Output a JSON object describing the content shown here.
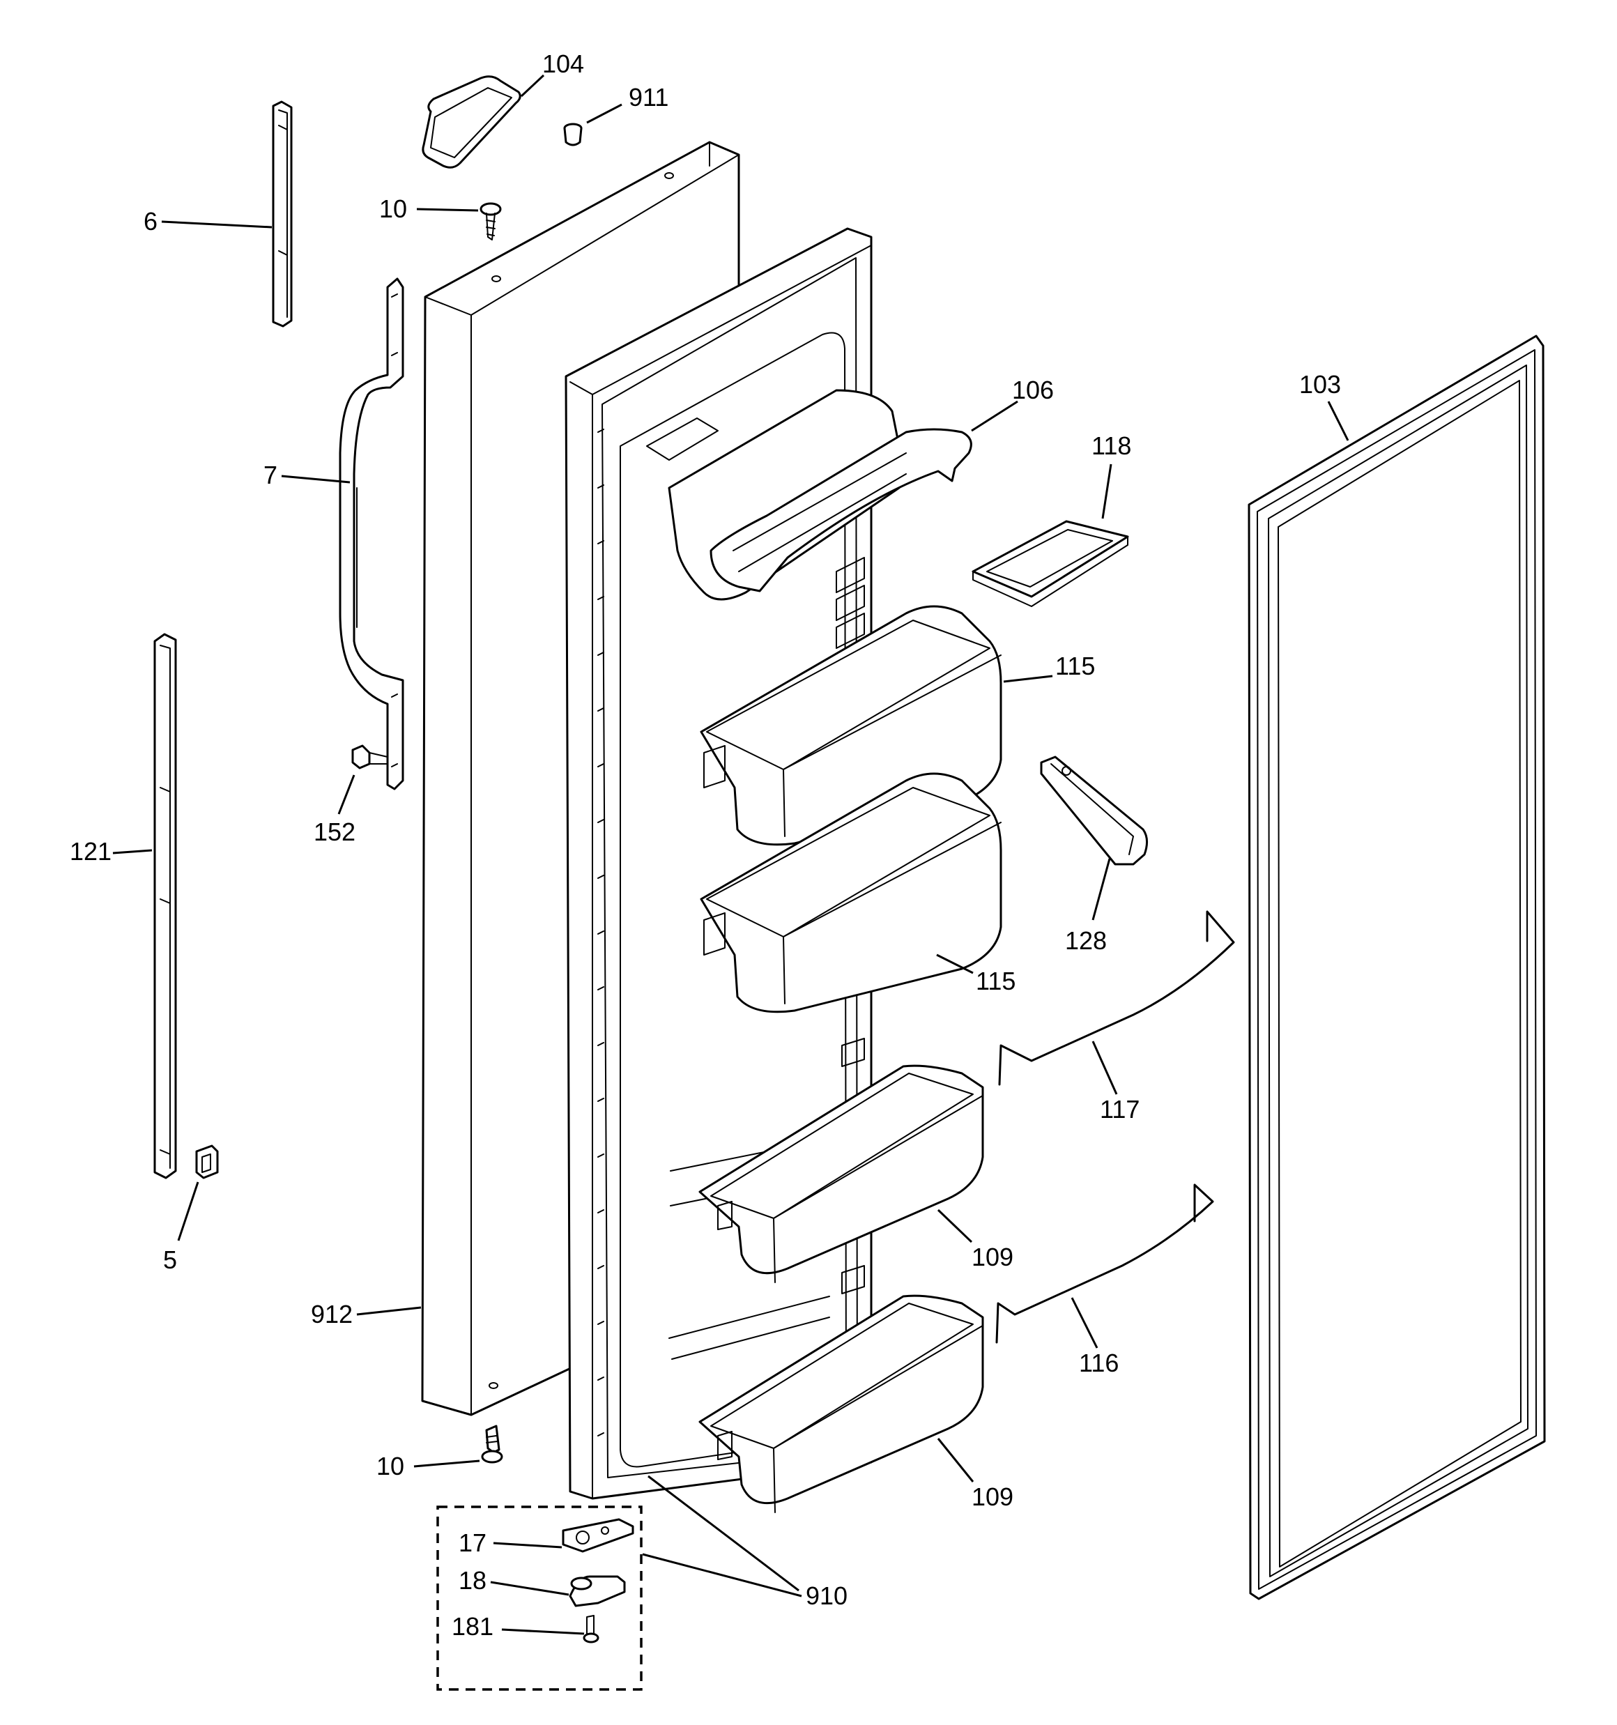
{
  "diagram": {
    "callouts": {
      "c104": "104",
      "c911": "911",
      "c6": "6",
      "c10_top": "10",
      "c7": "7",
      "c106": "106",
      "c118": "118",
      "c103": "103",
      "c115_top": "115",
      "c152": "152",
      "c121": "121",
      "c128": "128",
      "c115_bottom": "115",
      "c117": "117",
      "c5": "5",
      "c109_top": "109",
      "c912": "912",
      "c116": "116",
      "c10_bottom": "10",
      "c109_bottom": "109",
      "c17": "17",
      "c18": "18",
      "c181": "181",
      "c910": "910"
    }
  }
}
